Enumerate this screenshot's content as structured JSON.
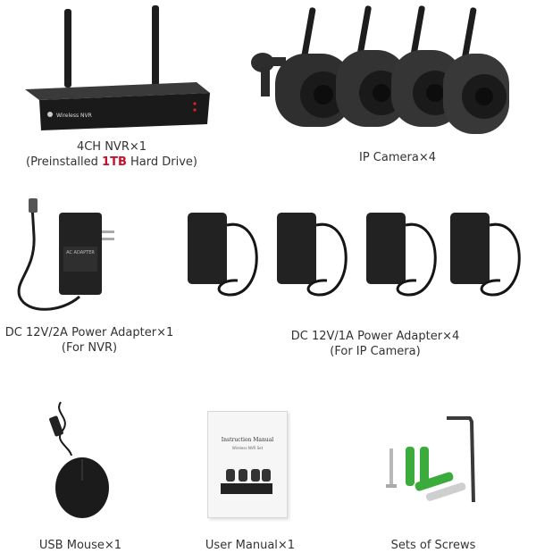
{
  "items": {
    "nvr": {
      "label_line1": "4CH NVR×1",
      "label_line2_pre": "(Preinstalled ",
      "label_line2_highlight": "1TB",
      "label_line2_post": " Hard Drive)",
      "device_text": "Wireless NVR"
    },
    "camera": {
      "label": "IP Camera×4"
    },
    "nvr_adapter": {
      "label_line1": "DC 12V/2A  Power Adapter×1",
      "label_line2": "(For NVR)",
      "device_text": "AC ADAPTER"
    },
    "camera_adapter": {
      "label_line1": "DC 12V/1A Power  Adapter×4",
      "label_line2": "(For IP Camera)"
    },
    "mouse": {
      "label": "USB Mouse×1"
    },
    "manual": {
      "label": "User Manual×1",
      "cover_title": "Instruction Manual",
      "cover_subtitle": "Wireless NVR Set"
    },
    "screws": {
      "label": "Sets of Screws"
    }
  },
  "colors": {
    "highlight": "#c8102e",
    "device_dark": "#2b2b2b",
    "plug_green": "#3bab3b"
  }
}
